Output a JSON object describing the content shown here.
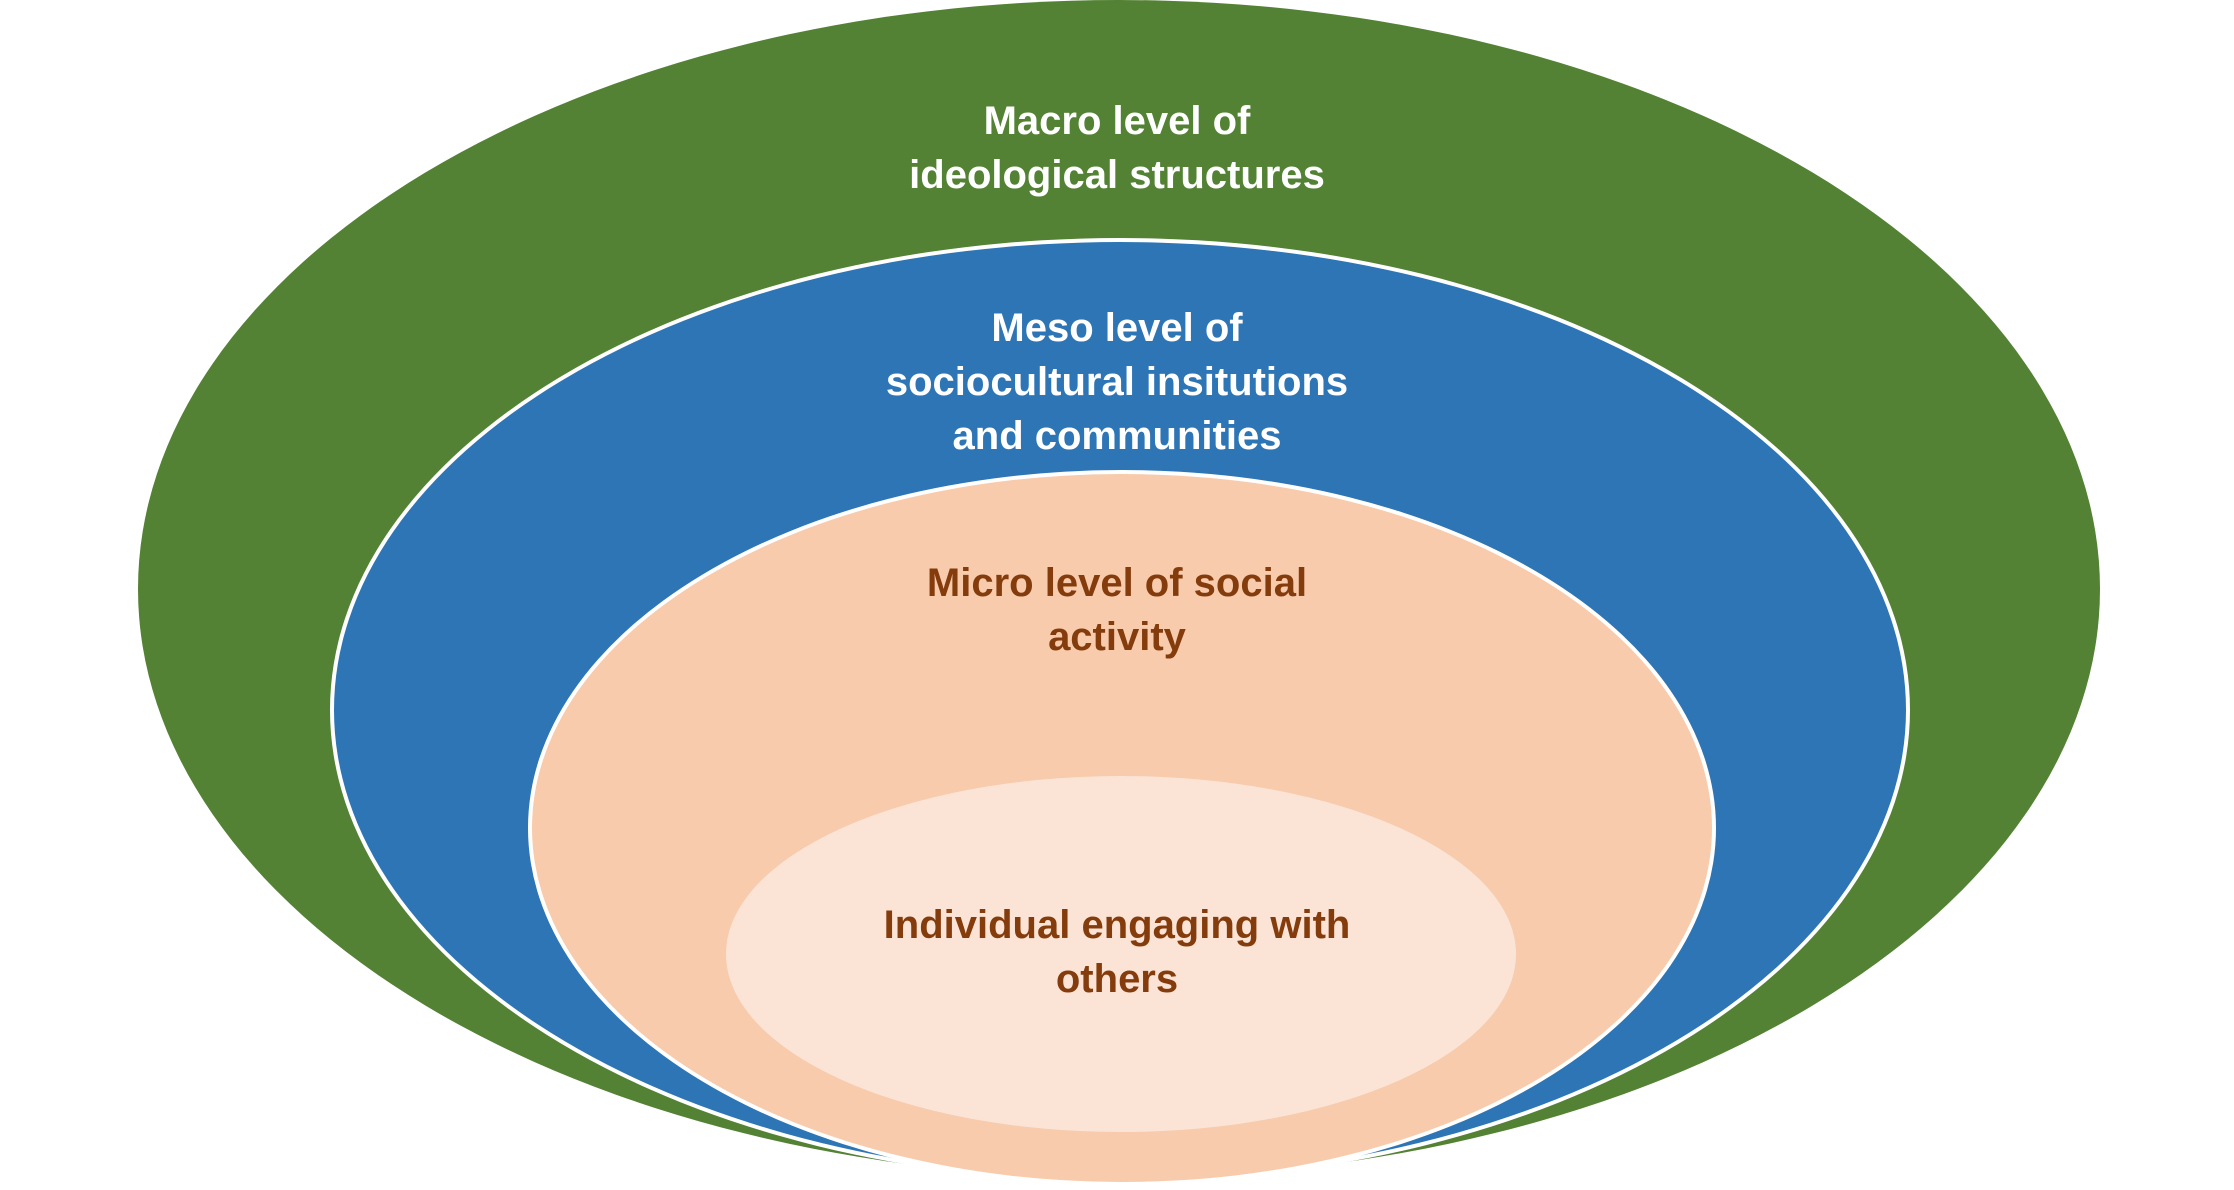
{
  "colors": {
    "macro": "#548235",
    "meso": "#2e75b6",
    "micro": "#f7cbac",
    "individual": "#fbe4d6",
    "dark_text": "#843c0c",
    "light_text": "#ffffff"
  },
  "levels": {
    "macro": {
      "lines": [
        "Macro level of",
        "ideological structures"
      ]
    },
    "meso": {
      "lines": [
        "Meso level of",
        "sociocultural insitutions",
        "and communities"
      ]
    },
    "micro": {
      "lines": [
        "Micro level of social",
        "activity"
      ]
    },
    "individual": {
      "lines": [
        "Individual engaging with",
        "others"
      ]
    }
  }
}
